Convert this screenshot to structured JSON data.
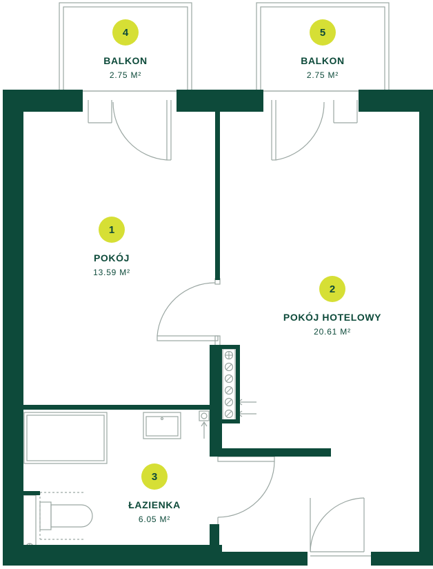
{
  "colors": {
    "wall": "#0d4a3a",
    "badge": "#d6df35",
    "thin_line": "#9aa6a2"
  },
  "rooms": [
    {
      "number": "1",
      "name": "POKÓJ",
      "area": "13.59 M²"
    },
    {
      "number": "2",
      "name": "POKÓJ HOTELOWY",
      "area": "20.61 M²"
    },
    {
      "number": "3",
      "name": "ŁAZIENKA",
      "area": "6.05 M²"
    },
    {
      "number": "4",
      "name": "BALKON",
      "area": "2.75 M²"
    },
    {
      "number": "5",
      "name": "BALKON",
      "area": "2.75 M²"
    }
  ]
}
